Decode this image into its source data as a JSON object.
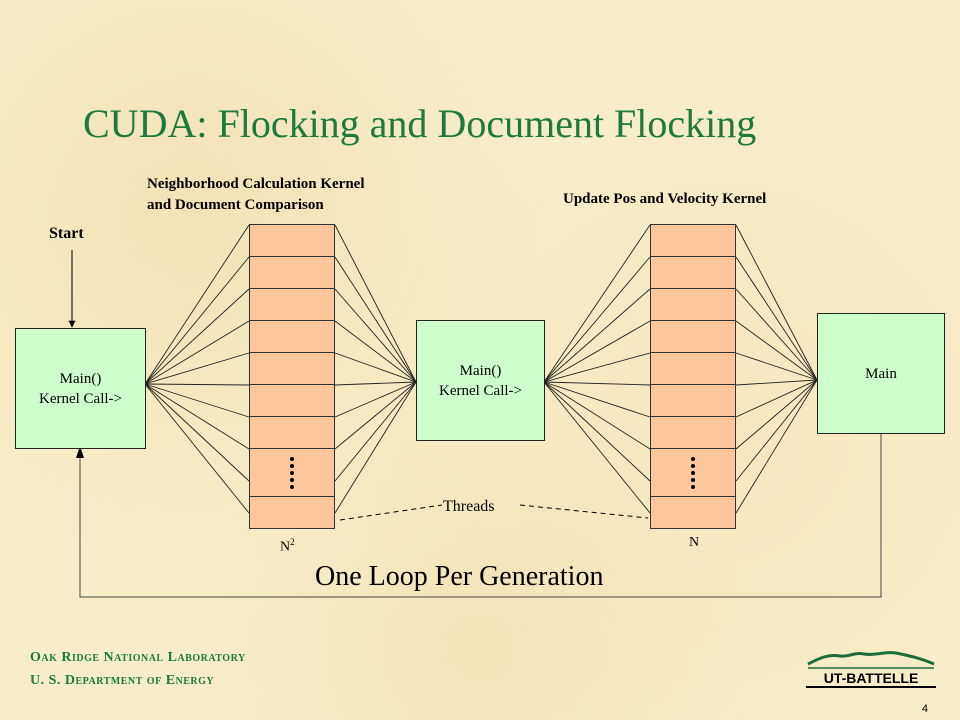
{
  "slide": {
    "title": "CUDA: Flocking and Document Flocking",
    "page_number": "4"
  },
  "labels": {
    "kernel1_line1": "Neighborhood Calculation Kernel",
    "kernel1_line2": "and Document Comparison",
    "kernel2": "Update Pos and Velocity Kernel",
    "start": "Start",
    "threads": "Threads",
    "n_squared_base": "N",
    "n_squared_exp": "2",
    "n": "N",
    "loop": "One Loop Per Generation"
  },
  "boxes": {
    "main1_line1": "Main()",
    "main1_line2": "Kernel Call->",
    "main2_line1": "Main()",
    "main2_line2": "Kernel Call->",
    "main3": "Main"
  },
  "footer": {
    "line1": "Oak Ridge National Laboratory",
    "line2": "U. S. Department of Energy",
    "logo_text": "UT-BATTELLE"
  },
  "colors": {
    "title": "#1e7a3c",
    "box_fill": "#ccffcc",
    "thread_cell": "#fdc79b",
    "background": "#f7eec8"
  }
}
